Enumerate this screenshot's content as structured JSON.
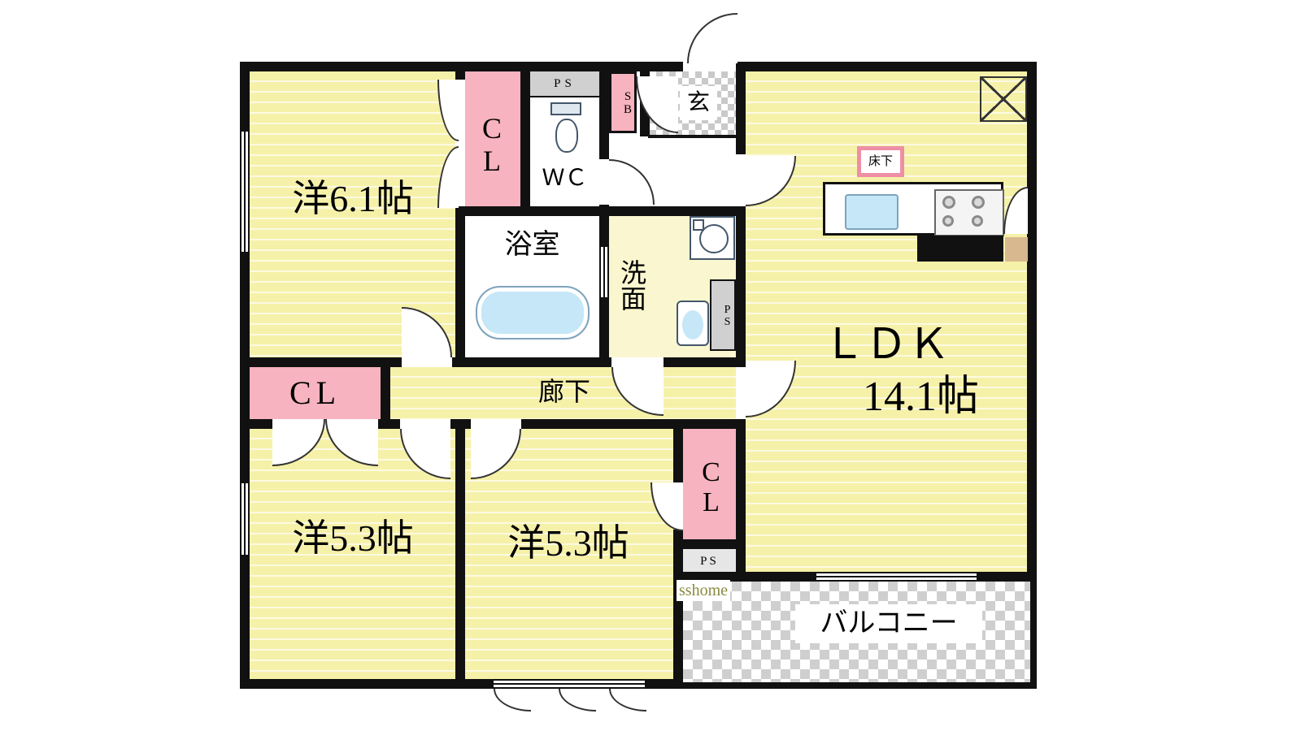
{
  "rooms": {
    "western_6_1": {
      "label": "洋6.1帖"
    },
    "western_5_3_left": {
      "label": "洋5.3帖"
    },
    "western_5_3_mid": {
      "label": "洋5.3帖"
    },
    "ldk": {
      "label": "ＬＤＫ",
      "size": "14.1帖"
    },
    "corridor": {
      "label": "廊下"
    },
    "bathroom": {
      "label": "浴室"
    },
    "washroom": {
      "label": "洗面"
    },
    "toilet": {
      "label": "ＷＣ"
    },
    "entrance": {
      "label": "玄"
    },
    "balcony": {
      "label": "バルコニー"
    }
  },
  "closets": {
    "top": "CL",
    "middle": "CL",
    "right": "CL",
    "shoe_box": "SB"
  },
  "utilities": {
    "ps_top": "PS",
    "ps_washroom": "PS",
    "ps_bottom": "PS",
    "underfloor": "床下"
  },
  "watermark": "sshome",
  "colors": {
    "room_fill": "#f6f1a9",
    "closet_fill": "#f7b3bf",
    "water_fill": "#c5e7f7",
    "wall": "#111111",
    "checker_gray": "#c9c9c9"
  }
}
